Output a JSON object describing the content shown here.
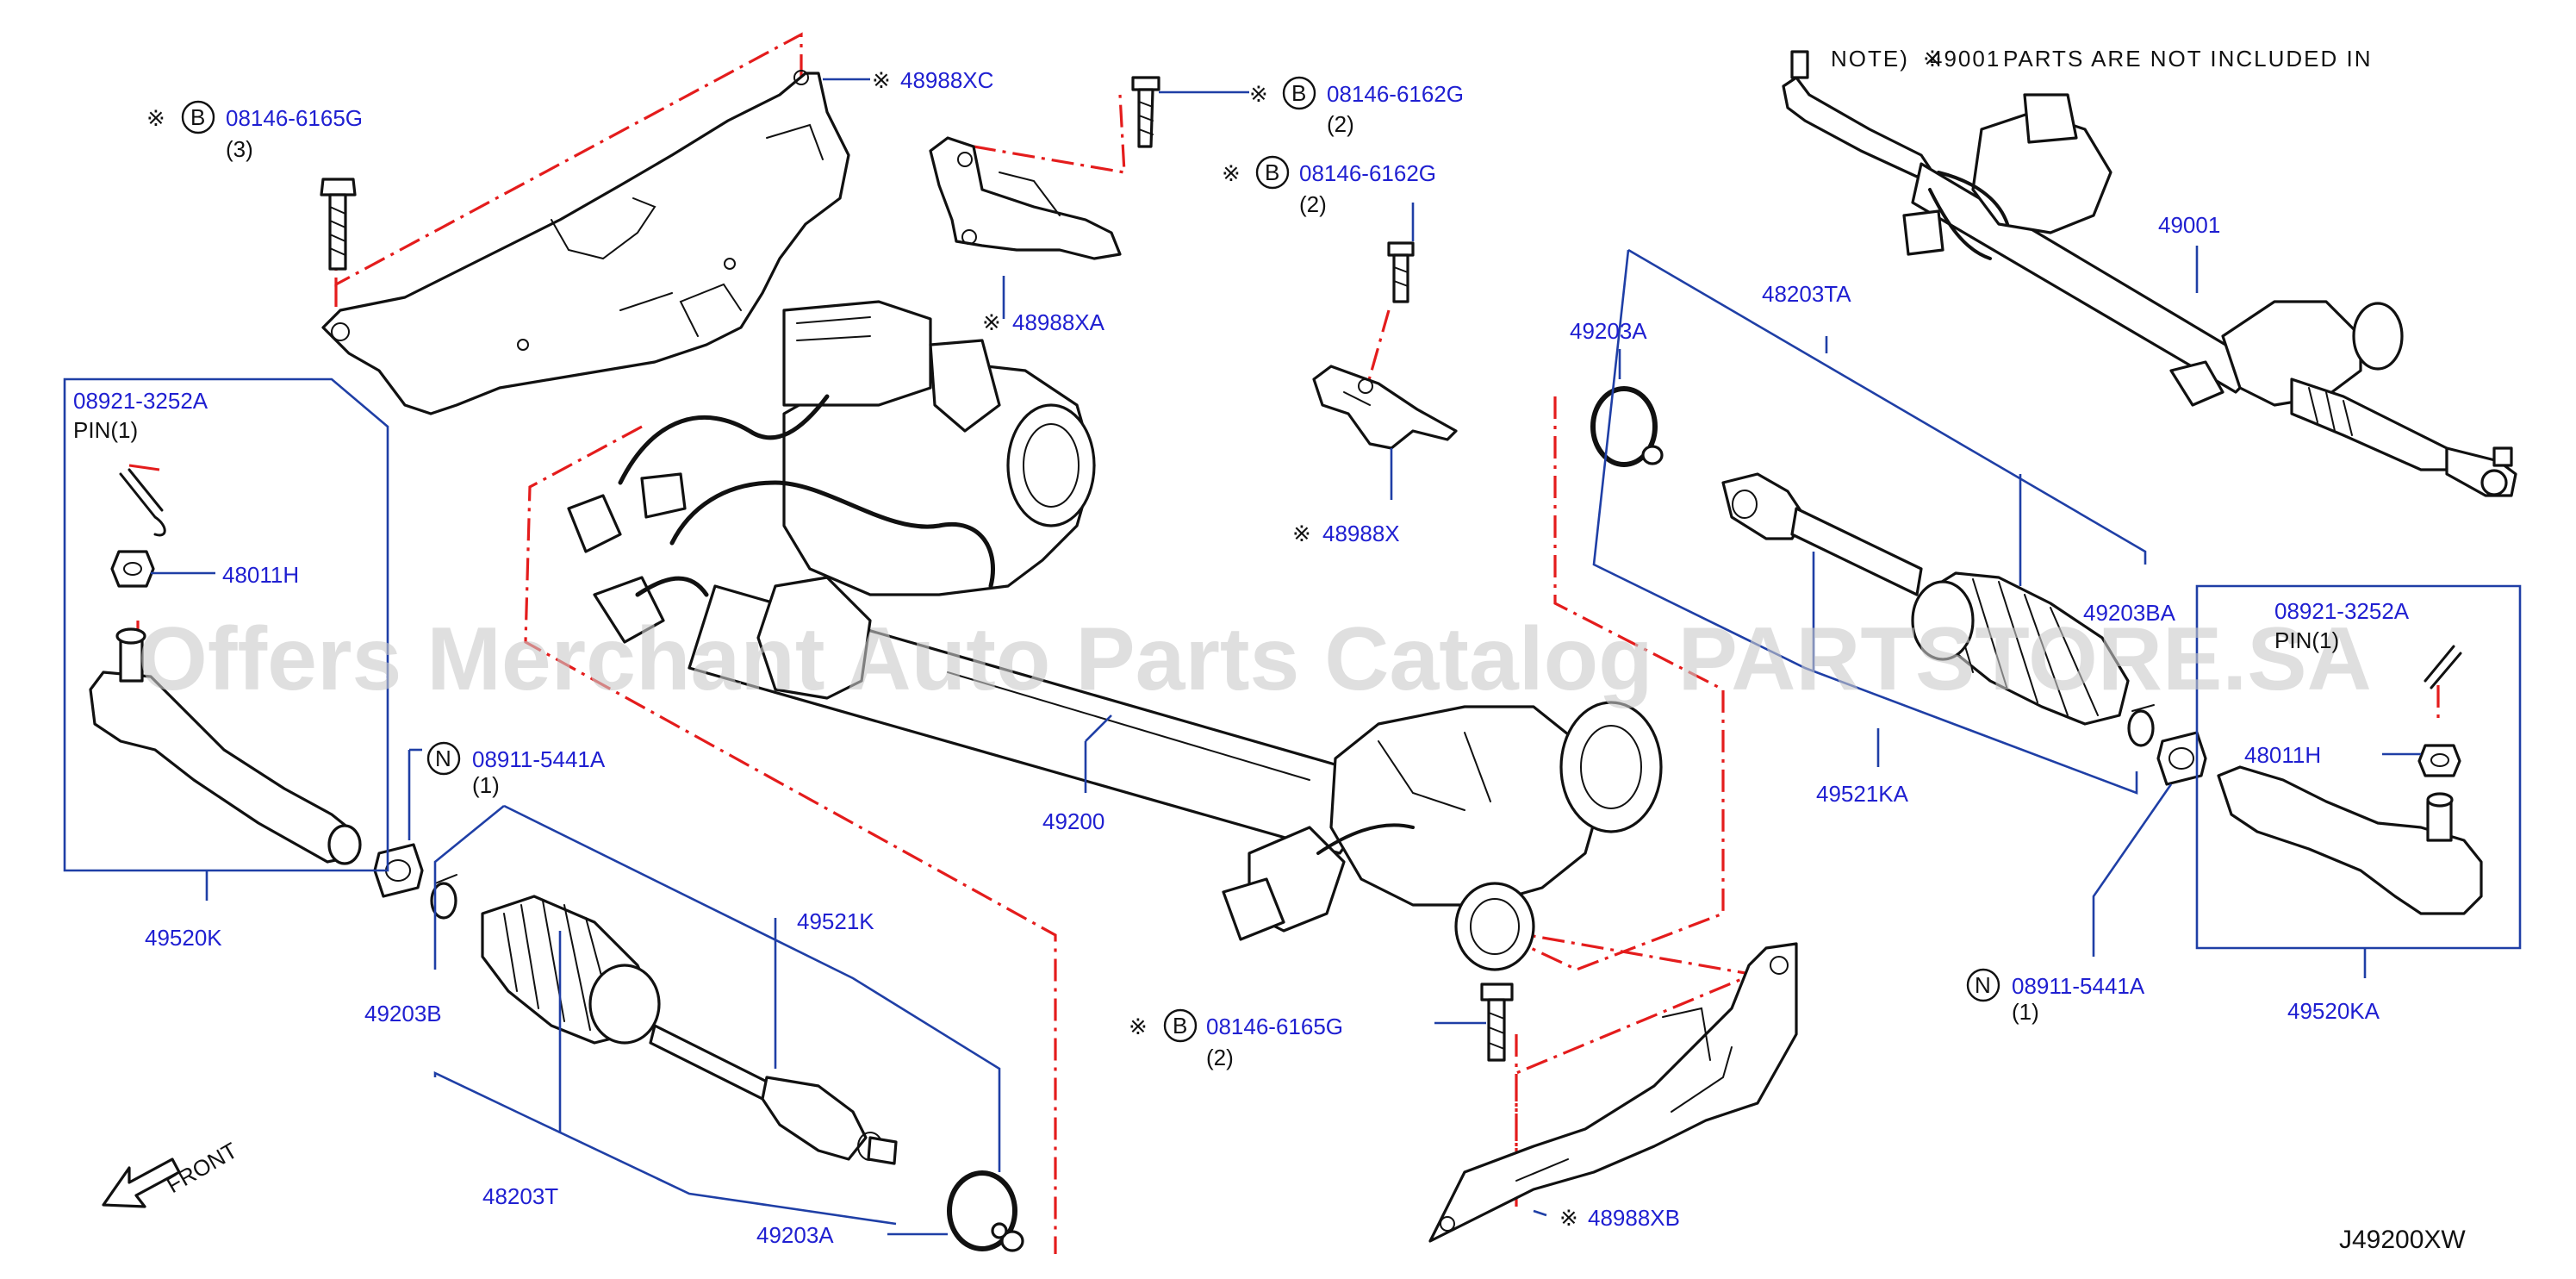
{
  "note": {
    "prefix": "NOTE)",
    "star": "※",
    "code": "49001",
    "suffix": "PARTS   ARE   NOT   INCLUDED   IN"
  },
  "watermark": "Offers Merchant Auto Parts Catalog PARTSTORE.SA",
  "diagram_code": "J49200XW",
  "front_label": "FRONT",
  "star": "※",
  "bolt_symbol": "B",
  "nut_symbol": "N",
  "labels": {
    "bolt_tl": {
      "code": "08146-6165G",
      "qty": "(3)"
    },
    "bracket_xc": "48988XC",
    "bolt_tc1": {
      "code": "08146-6162G",
      "qty": "(2)"
    },
    "bracket_xa": "48988XA",
    "bolt_tc2": {
      "code": "08146-6162G",
      "qty": "(2)"
    },
    "bracket_x": "48988X",
    "pin_left": {
      "code": "08921-3252A",
      "name": "PIN(1)"
    },
    "nut_48011h_left": "48011H",
    "tie_rod_end_left": "49520K",
    "nut_left": {
      "code": "08911-5441A",
      "qty": "(1)"
    },
    "boot_left": "49521K",
    "clamp_left": "49203B",
    "inner_rod_left": "48203T",
    "oring_left": "49203A",
    "gear_assy": "49200",
    "bolt_bc": {
      "code": "08146-6165G",
      "qty": "(2)"
    },
    "bracket_xb": "48988XB",
    "oring_right": "49203A",
    "inner_rod_right": "48203TA",
    "clamp_right": "49203BA",
    "boot_right": "49521KA",
    "nut_right": {
      "code": "08911-5441A",
      "qty": "(1)"
    },
    "pin_right": {
      "code": "08921-3252A",
      "name": "PIN(1)"
    },
    "nut_48011h_right": "48011H",
    "tie_rod_end_right": "49520KA",
    "assembly_inset": "49001"
  }
}
